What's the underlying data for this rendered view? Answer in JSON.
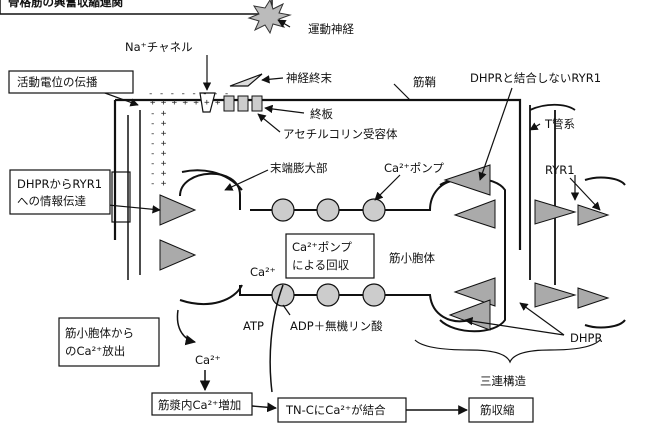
{
  "title_partial": "骨格筋の興奮収縮連関",
  "labels": {
    "na_channel": "Na⁺チャネル",
    "motor_nerve": "運動神経",
    "nerve_terminal": "神経終末",
    "action_potential": "活動電位の伝播",
    "sarcolemma": "筋鞘",
    "end_plate": "終板",
    "ach_receptor": "アセチルコリン受容体",
    "dhpr_not_bound": "DHPRと結合しないRYR1",
    "t_tubule": "T管系",
    "terminal_cisterna": "末端膨大部",
    "ca_pump": "Ca²⁺ポンプ",
    "ryr1": "RYR1",
    "dhpr_to_ryr1_line1": "DHPRからRYR1",
    "dhpr_to_ryr1_line2": "への情報伝達",
    "ca_pump_recovery_line1": "Ca²⁺ポンプ",
    "ca_pump_recovery_line2": "による回収",
    "sarcoplasmic_reticulum": "筋小胞体",
    "ca_ion": "Ca²⁺",
    "atp": "ATP",
    "adp": "ADP＋無機リン酸",
    "sr_release_line1": "筋小胞体から",
    "sr_release_line2": "のCa²⁺放出",
    "dhpr": "DHPR",
    "ca_ion_2": "Ca²⁺",
    "triad": "三連構造",
    "sarcoplasm_ca_up": "筋漿内Ca²⁺増加",
    "tnc_binding": "TN-CにCa²⁺が結合",
    "contraction": "筋収縮"
  }
}
